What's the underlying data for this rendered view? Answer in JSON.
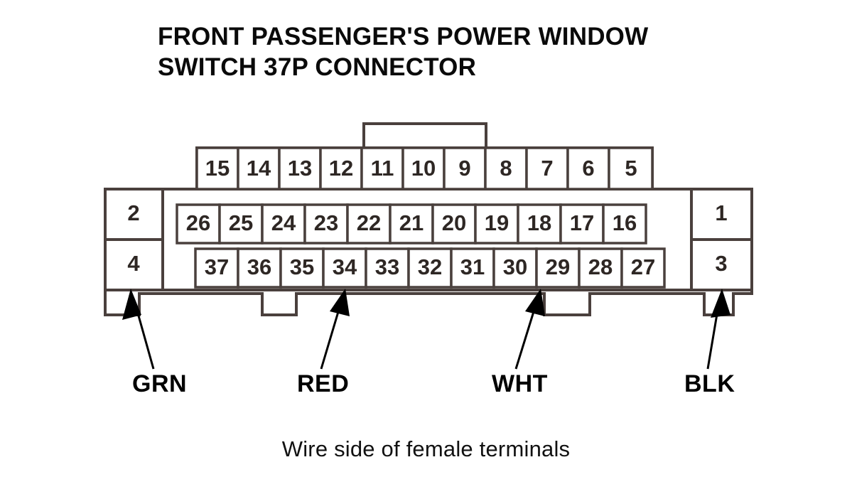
{
  "diagram": {
    "title": "FRONT PASSENGER'S POWER WINDOW\nSWITCH 37P CONNECTOR",
    "caption": "Wire side of female terminals",
    "connector_type": "37P",
    "view": "Wire side of female terminals",
    "rows": {
      "top": {
        "name": "top-pin-row",
        "pins": [
          "15",
          "14",
          "13",
          "12",
          "11",
          "10",
          "9",
          "8",
          "7",
          "6",
          "5"
        ]
      },
      "middle": {
        "name": "middle-pin-row",
        "pins": [
          "26",
          "25",
          "24",
          "23",
          "22",
          "21",
          "20",
          "19",
          "18",
          "17",
          "16"
        ]
      },
      "bottom": {
        "name": "bottom-pin-row",
        "pins": [
          "37",
          "36",
          "35",
          "34",
          "33",
          "32",
          "31",
          "30",
          "29",
          "28",
          "27"
        ]
      },
      "left_side": {
        "name": "left-pin-column",
        "pins": [
          "2",
          "4"
        ]
      },
      "right_side": {
        "name": "right-pin-column",
        "pins": [
          "1",
          "3"
        ]
      }
    },
    "wire_labels": [
      {
        "text": "GRN",
        "pin": "4",
        "color_hex": "#00A650"
      },
      {
        "text": "RED",
        "pin": "34",
        "color_hex": "#ED1C24"
      },
      {
        "text": "WHT",
        "pin": "29",
        "color_hex": "#FFFFFF"
      },
      {
        "text": "BLK",
        "pin": "3",
        "color_hex": "#000000"
      }
    ],
    "colors": {
      "outline": "#4a403d",
      "text": "#000000",
      "background": "#ffffff"
    }
  }
}
